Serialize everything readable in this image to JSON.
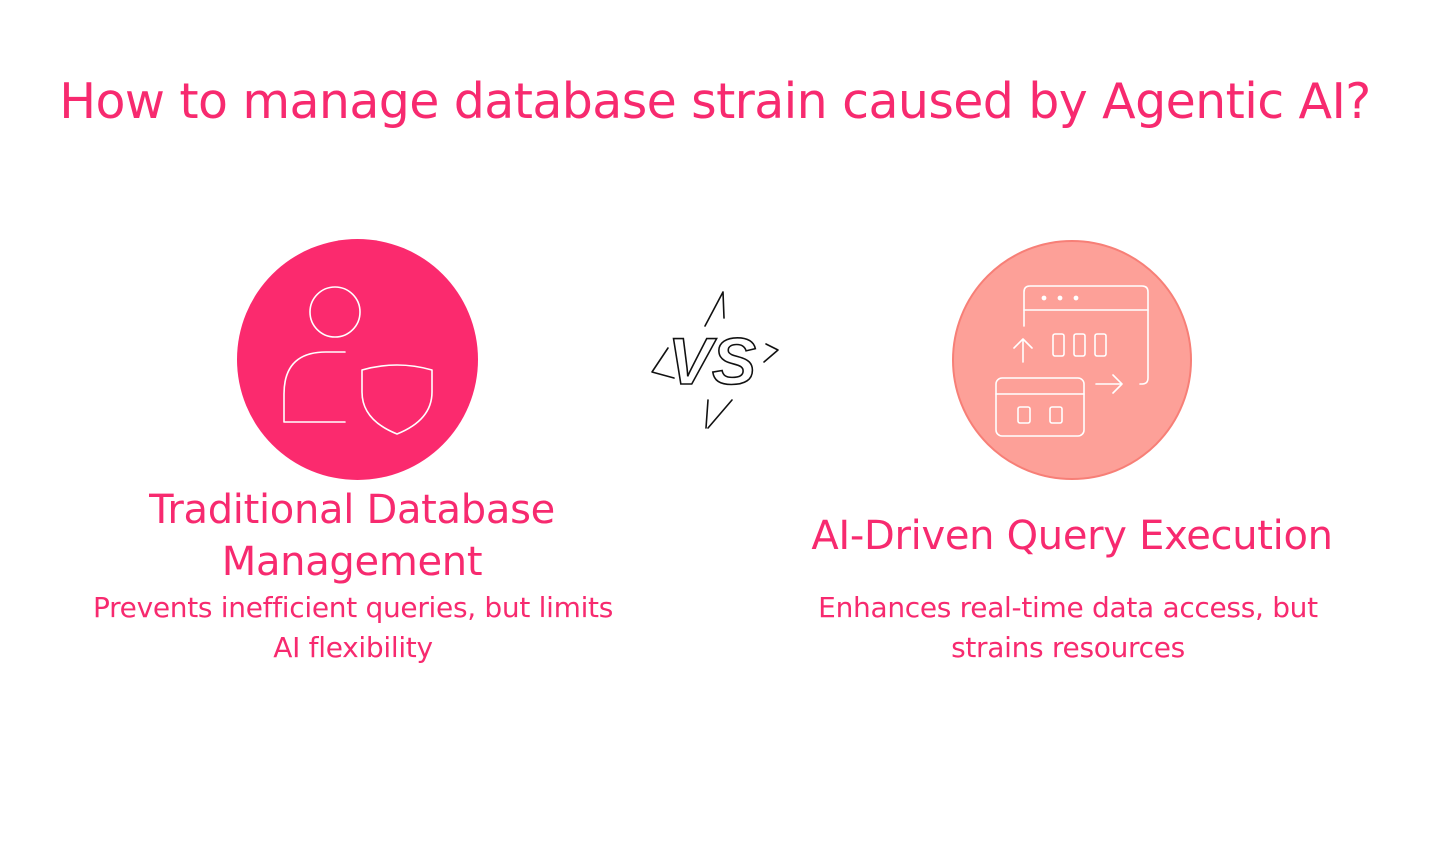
{
  "title": "How to manage database strain caused by Agentic AI?",
  "vs_label": "VS",
  "colors": {
    "accent": "#f72a6f",
    "left_circle": "#fb2a6e",
    "right_circle": "#fda098",
    "right_circle_border": "#f77f77"
  },
  "left": {
    "icon": "user-shield-icon",
    "heading": "Traditional Database Management",
    "description": "Prevents inefficient queries, but limits AI flexibility"
  },
  "right": {
    "icon": "data-transfer-windows-icon",
    "heading": "AI-Driven Query Execution",
    "description": "Enhances real-time data access, but strains resources"
  }
}
